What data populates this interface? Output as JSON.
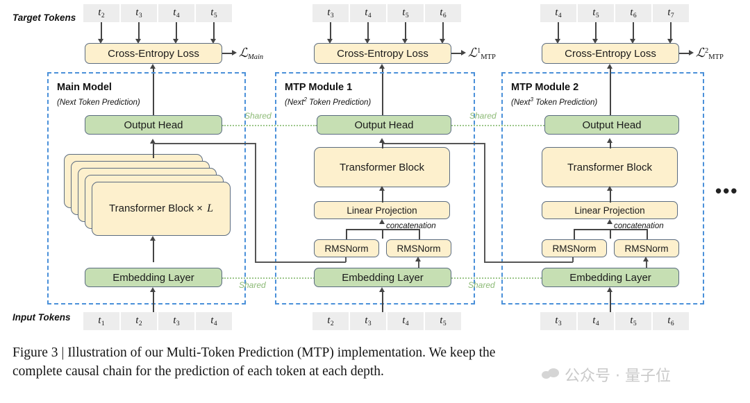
{
  "figure": {
    "row_labels": {
      "target": "Target Tokens",
      "input": "Input Tokens"
    },
    "caption_line1": "Figure 3 | Illustration of our Multi-Token Prediction (MTP) implementation.  We keep the",
    "caption_line2": "complete causal chain for the prediction of each token at each depth.",
    "watermark": "公众号 · 量子位",
    "ellipsis": "•••",
    "shared_label": "Shared",
    "concatenation_label": "concatenation",
    "colors": {
      "module_border": "#4a90d9",
      "yellow_node": "#fdf0cd",
      "green_node": "#c6dfb3",
      "node_border": "#5a6b80",
      "token_cell": "#ededed",
      "shared_green": "#8cba76",
      "connector": "#444444"
    },
    "columns": [
      {
        "id": "main",
        "title": "Main Model",
        "subtitle_pre": "(Next Token Prediction",
        "subtitle_sup": "",
        "subtitle_post": ")",
        "loss": {
          "symbol": "ℒ",
          "sub": "Main",
          "sup": ""
        },
        "ce_label": "Cross-Entropy Loss",
        "output_head": "Output Head",
        "embedding": "Embedding Layer",
        "transformer": "Transformer Block × L",
        "transformer_stacked": true,
        "has_norm_row": false,
        "linear_projection": "",
        "rmsnorm_left": "",
        "rmsnorm_right": "",
        "target_tokens": [
          "t2",
          "t3",
          "t4",
          "t5"
        ],
        "input_tokens": [
          "t1",
          "t2",
          "t3",
          "t4"
        ]
      },
      {
        "id": "mtp1",
        "title": "MTP Module 1",
        "subtitle_pre": "(Next",
        "subtitle_sup": "2",
        "subtitle_post": " Token Prediction)",
        "loss": {
          "symbol": "ℒ",
          "sub": "MTP",
          "sup": "1"
        },
        "ce_label": "Cross-Entropy Loss",
        "output_head": "Output Head",
        "embedding": "Embedding Layer",
        "transformer": "Transformer Block",
        "transformer_stacked": false,
        "has_norm_row": true,
        "linear_projection": "Linear Projection",
        "rmsnorm_left": "RMSNorm",
        "rmsnorm_right": "RMSNorm",
        "target_tokens": [
          "t3",
          "t4",
          "t5",
          "t6"
        ],
        "input_tokens": [
          "t2",
          "t3",
          "t4",
          "t5"
        ]
      },
      {
        "id": "mtp2",
        "title": "MTP Module 2",
        "subtitle_pre": "(Next",
        "subtitle_sup": "3",
        "subtitle_post": " Token Prediction)",
        "loss": {
          "symbol": "ℒ",
          "sub": "MTP",
          "sup": "2"
        },
        "ce_label": "Cross-Entropy Loss",
        "output_head": "Output Head",
        "embedding": "Embedding Layer",
        "transformer": "Transformer Block",
        "transformer_stacked": false,
        "has_norm_row": true,
        "linear_projection": "Linear Projection",
        "rmsnorm_left": "RMSNorm",
        "rmsnorm_right": "RMSNorm",
        "target_tokens": [
          "t4",
          "t5",
          "t6",
          "t7"
        ],
        "input_tokens": [
          "t3",
          "t4",
          "t5",
          "t6"
        ]
      }
    ]
  }
}
